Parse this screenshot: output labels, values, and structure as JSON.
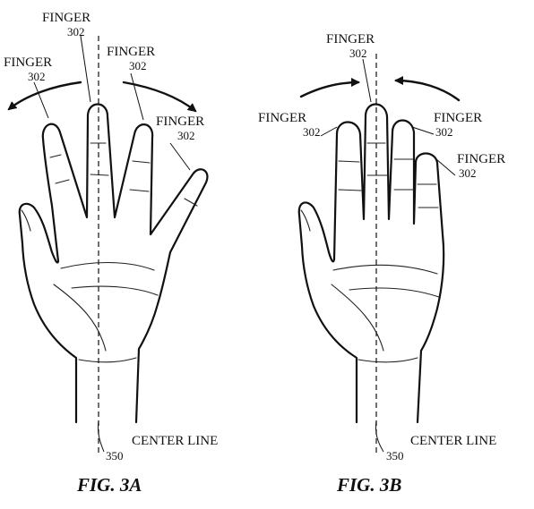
{
  "figures": [
    {
      "caption": "FIG. 3A",
      "fingers": [
        {
          "label": "FINGER",
          "ref": "302"
        },
        {
          "label": "FINGER",
          "ref": "302"
        },
        {
          "label": "FINGER",
          "ref": "302"
        },
        {
          "label": "FINGER",
          "ref": "302"
        }
      ],
      "center_line": {
        "label": "CENTER LINE",
        "ref": "350"
      }
    },
    {
      "caption": "FIG. 3B",
      "fingers": [
        {
          "label": "FINGER",
          "ref": "302"
        },
        {
          "label": "FINGER",
          "ref": "302"
        },
        {
          "label": "FINGER",
          "ref": "302"
        },
        {
          "label": "FINGER",
          "ref": "302"
        }
      ],
      "center_line": {
        "label": "CENTER LINE",
        "ref": "350"
      }
    }
  ]
}
